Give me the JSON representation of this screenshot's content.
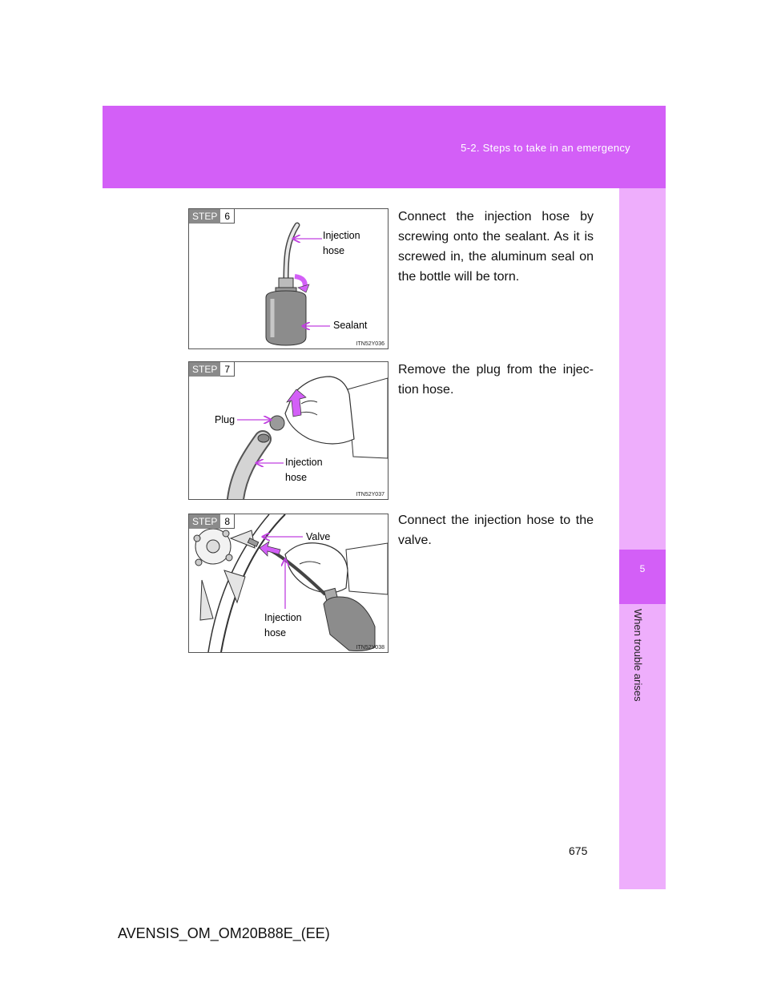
{
  "header": {
    "section": "5-2. Steps to take in an emergency"
  },
  "side_tab": {
    "chapter_number": "5",
    "chapter_title": "When trouble arises"
  },
  "steps": [
    {
      "step_word": "STEP",
      "number": "6",
      "text": "Connect the injection hose by screwing onto the sealant. As it is screwed in, the aluminum seal on the bottle will be torn.",
      "labels": {
        "injection_hose_1": "Injection",
        "injection_hose_2": "hose",
        "sealant": "Sealant"
      },
      "code": "ITN52Y036"
    },
    {
      "step_word": "STEP",
      "number": "7",
      "text": "Remove the plug from the injection hose.",
      "text_display": "Remove the plug from the injec-tion hose.",
      "labels": {
        "plug": "Plug",
        "injection_hose_1": "Injection",
        "injection_hose_2": "hose"
      },
      "code": "ITN52Y037"
    },
    {
      "step_word": "STEP",
      "number": "8",
      "text": "Connect the injection hose to the valve.",
      "labels": {
        "valve": "Valve",
        "injection_hose_1": "Injection",
        "injection_hose_2": "hose"
      },
      "code": "ITN52Y038"
    }
  ],
  "page_number": "675",
  "footer": "AVENSIS_OM_OM20B88E_(EE)",
  "colors": {
    "header_band": "#d35ff7",
    "side_tab": "#eeaefc",
    "callout_arrow": "#c040e0",
    "step_badge": "#8a8a8a"
  }
}
